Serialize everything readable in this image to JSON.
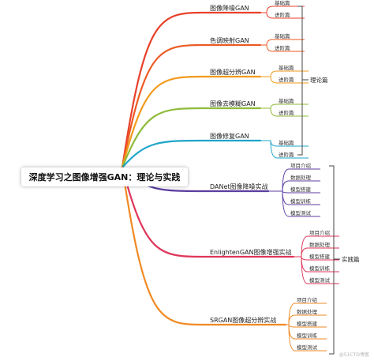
{
  "root": {
    "title": "深度学习之图像增强GAN：理论与实践"
  },
  "topics": [
    {
      "label": "图像降噪GAN",
      "color": "#e8412b",
      "children": [
        "基础篇",
        "进阶篇"
      ]
    },
    {
      "label": "色调映射GAN",
      "color": "#ec5a23",
      "children": [
        "基础篇",
        "进阶篇"
      ]
    },
    {
      "label": "图像超分辨GAN",
      "color": "#f29a1a",
      "children": [
        "基础篇",
        "进阶篇"
      ]
    },
    {
      "label": "图像去模糊GAN",
      "color": "#8fbb3a",
      "children": [
        "基础篇",
        "进阶篇"
      ]
    },
    {
      "label": "图像修复GAN",
      "color": "#1fa5c9",
      "children": [
        "基础篇",
        "进阶篇"
      ]
    },
    {
      "label": "DANet图像降噪实战",
      "color": "#5b3ea0",
      "children": [
        "项目介绍",
        "数据处理",
        "模型搭建",
        "模型训练",
        "模型测试"
      ]
    },
    {
      "label": "EnlightenGAN图像增强实战",
      "color": "#e0365a",
      "children": [
        "项目介绍",
        "数据处理",
        "模型搭建",
        "模型训练",
        "模型测试"
      ]
    },
    {
      "label": "SRGAN图像超分辨实战",
      "color": "#f08a24",
      "children": [
        "项目介绍",
        "数据处理",
        "模型搭建",
        "模型训练",
        "模型测试"
      ]
    }
  ],
  "groups": [
    {
      "label": "理论篇"
    },
    {
      "label": "实践篇"
    }
  ],
  "watermark": "@51CTO博客"
}
